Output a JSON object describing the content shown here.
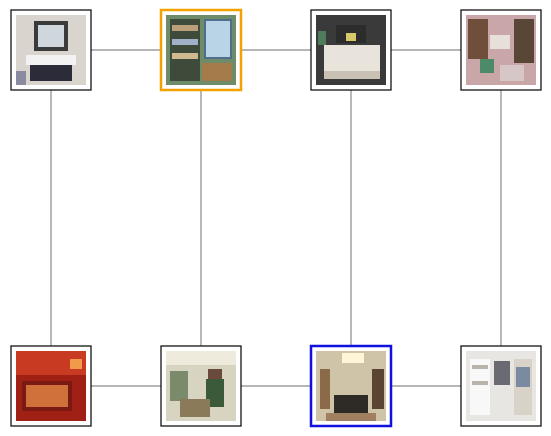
{
  "graph": {
    "edge_color": "#8a8a8a",
    "node_border_color": "#000000",
    "highlight_orange": "#f2a100",
    "highlight_blue": "#1010e0",
    "nodes": [
      {
        "id": "n1",
        "icon": "bathroom-vanity-thumbnail",
        "highlight": null
      },
      {
        "id": "n2",
        "icon": "closet-shelves-thumbnail",
        "highlight": "orange"
      },
      {
        "id": "n3",
        "icon": "bedroom-thumbnail",
        "highlight": null
      },
      {
        "id": "n4",
        "icon": "cluttered-room-thumbnail",
        "highlight": null
      },
      {
        "id": "n5",
        "icon": "red-bedroom-thumbnail",
        "highlight": null
      },
      {
        "id": "n6",
        "icon": "person-in-room-thumbnail",
        "highlight": null
      },
      {
        "id": "n7",
        "icon": "lounge-room-thumbnail",
        "highlight": "blue"
      },
      {
        "id": "n8",
        "icon": "white-walkin-closet-thumbnail",
        "highlight": null
      }
    ],
    "edges": [
      [
        "n1",
        "n2"
      ],
      [
        "n2",
        "n3"
      ],
      [
        "n3",
        "n4"
      ],
      [
        "n5",
        "n6"
      ],
      [
        "n6",
        "n7"
      ],
      [
        "n7",
        "n8"
      ],
      [
        "n1",
        "n5"
      ],
      [
        "n2",
        "n6"
      ],
      [
        "n3",
        "n7"
      ],
      [
        "n4",
        "n8"
      ]
    ]
  }
}
